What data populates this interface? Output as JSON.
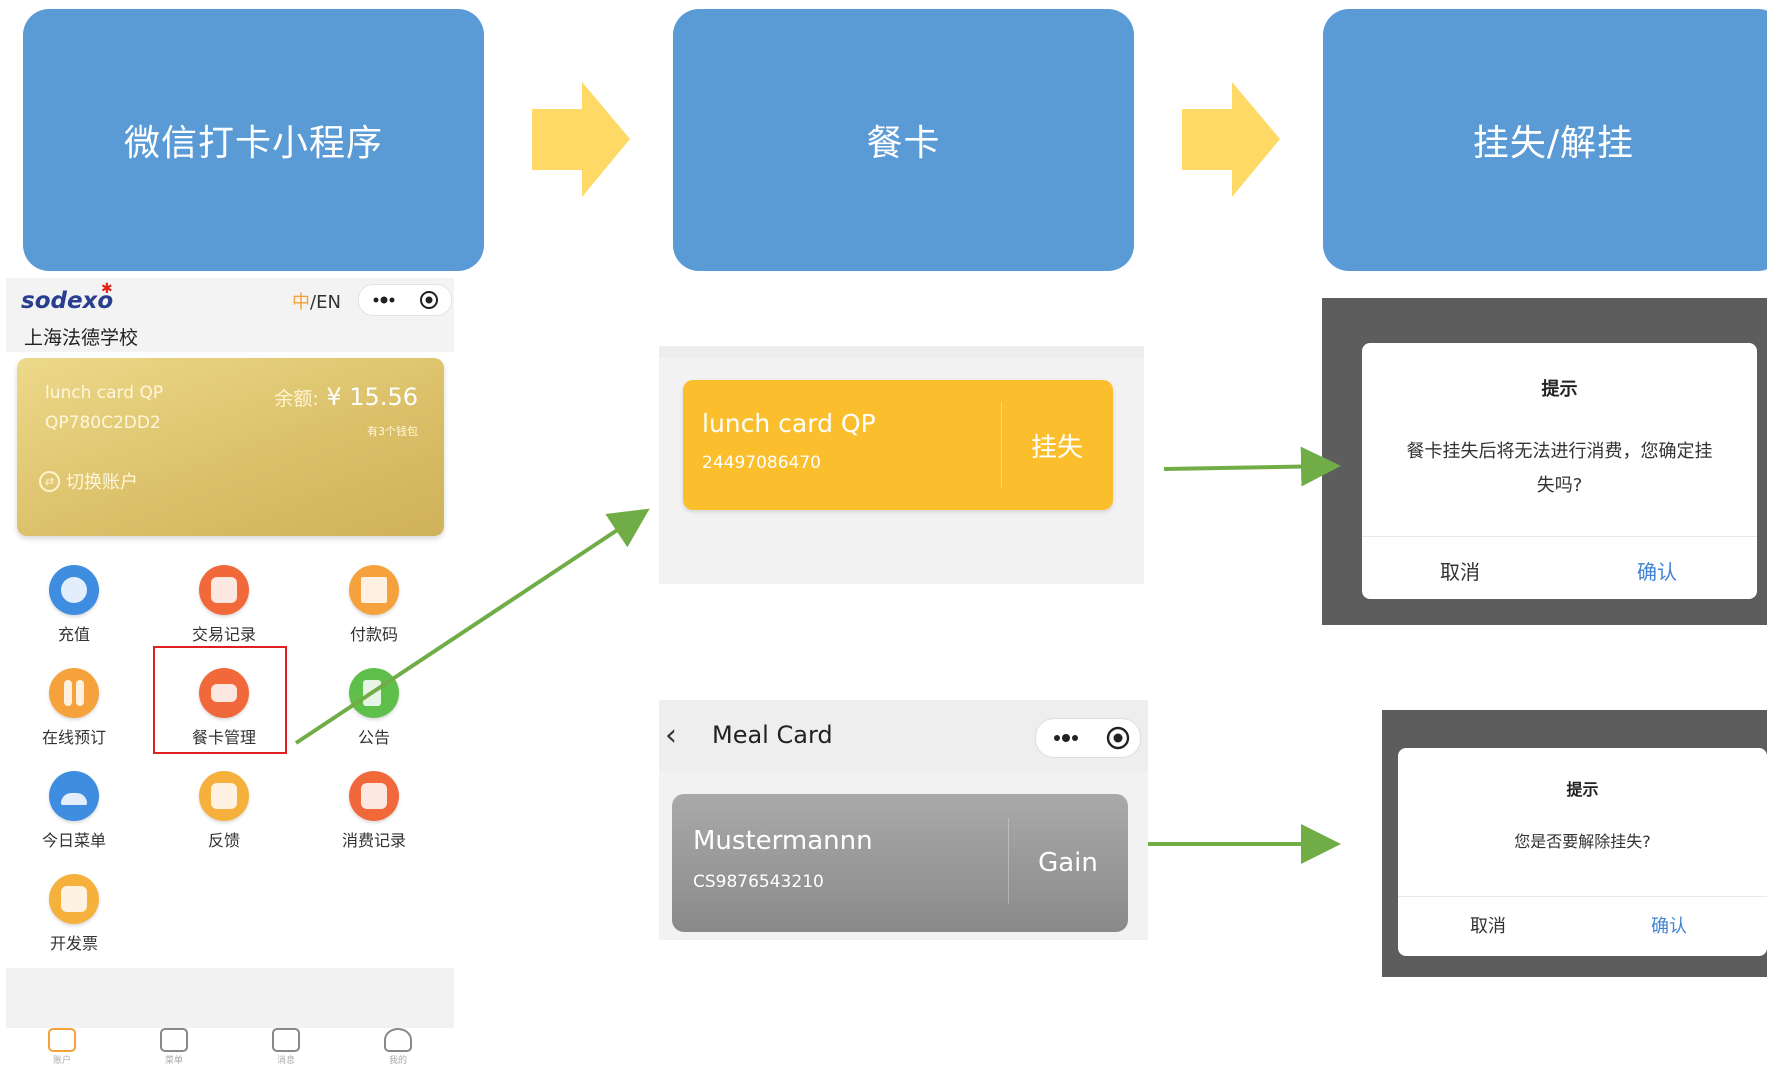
{
  "steps": [
    {
      "label": "微信打卡小程序"
    },
    {
      "label": "餐卡"
    },
    {
      "label": "挂失/解挂"
    }
  ],
  "phone": {
    "logo": "sodexo",
    "lang": {
      "zh": "中",
      "sep_en": "/EN"
    },
    "school": "上海法德学校",
    "card": {
      "name": "lunch card QP",
      "id": "QP780C2DD2",
      "balance_label": "余额:",
      "balance": "¥ 15.56",
      "wallet_note": "有3个钱包",
      "switch_label": "切换账户"
    },
    "menu": [
      {
        "label": "充值",
        "color": "#3f8de0"
      },
      {
        "label": "交易记录",
        "color": "#f1683a"
      },
      {
        "label": "付款码",
        "color": "#f5a23c"
      },
      {
        "label": "在线预订",
        "color": "#f5a23c"
      },
      {
        "label": "餐卡管理",
        "color": "#f1683a"
      },
      {
        "label": "公告",
        "color": "#5fbf4b"
      },
      {
        "label": "今日菜单",
        "color": "#3f8de0"
      },
      {
        "label": "反馈",
        "color": "#f5b13c"
      },
      {
        "label": "消费记录",
        "color": "#f1683a"
      },
      {
        "label": "开发票",
        "color": "#f5b13c"
      }
    ],
    "tabs": [
      "账户",
      "菜单",
      "消息",
      "我的"
    ]
  },
  "lunch_card": {
    "name": "lunch card QP",
    "id": "24497086470",
    "action": "挂失"
  },
  "meal_card_page": {
    "title": "Meal Card",
    "card_name": "Mustermannn",
    "card_id": "CS9876543210",
    "action": "Gain"
  },
  "dialog_report_loss": {
    "title": "提示",
    "message_line1": "餐卡挂失后将无法进行消费，您确定挂",
    "message_line2": "失吗?",
    "cancel": "取消",
    "confirm": "确认"
  },
  "dialog_unlock": {
    "title": "提示",
    "message": "您是否要解除挂失?",
    "cancel": "取消",
    "confirm": "确认"
  },
  "colors": {
    "step_box": "#5b9bd5",
    "flow_arrow": "#ffd966",
    "connector": "#70ad47",
    "highlight": "#e02020"
  }
}
